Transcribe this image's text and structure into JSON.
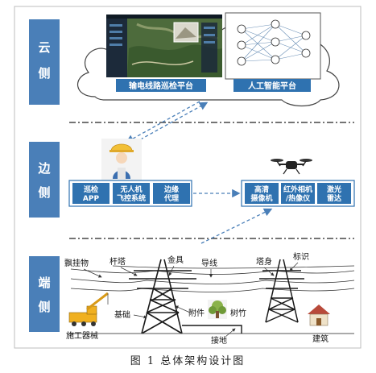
{
  "bands": {
    "cloud": "云侧",
    "edge": "边侧",
    "end": "端侧"
  },
  "cloud": {
    "platform1": "输电线路巡检平台",
    "platform2": "人工智能平台"
  },
  "edge": {
    "left_boxes": [
      "巡检\nAPP",
      "无人机\n飞控系统",
      "边缘\n代理"
    ],
    "right_boxes": [
      "高清\n摄像机",
      "红外相机\n/热像仪",
      "激光\n雷达"
    ]
  },
  "end": {
    "labels": {
      "piaoguawu": "飘挂物",
      "ganta": "杆塔",
      "jinju": "金具",
      "daoxian": "导线",
      "tashen": "塔身",
      "biaoshi": "标识",
      "jichu": "基础",
      "fujian": "附件",
      "shuzhu": "树竹",
      "jiedi": "接地",
      "jianzhu": "建筑",
      "shigongjixie": "施工器械"
    }
  },
  "caption": "图 1   总体架构设计图",
  "colors": {
    "band": "#4a7fb8",
    "box": "#2f72b0",
    "dashed_arrow": "#4a7fb8",
    "tower": "#1a1a1a"
  }
}
